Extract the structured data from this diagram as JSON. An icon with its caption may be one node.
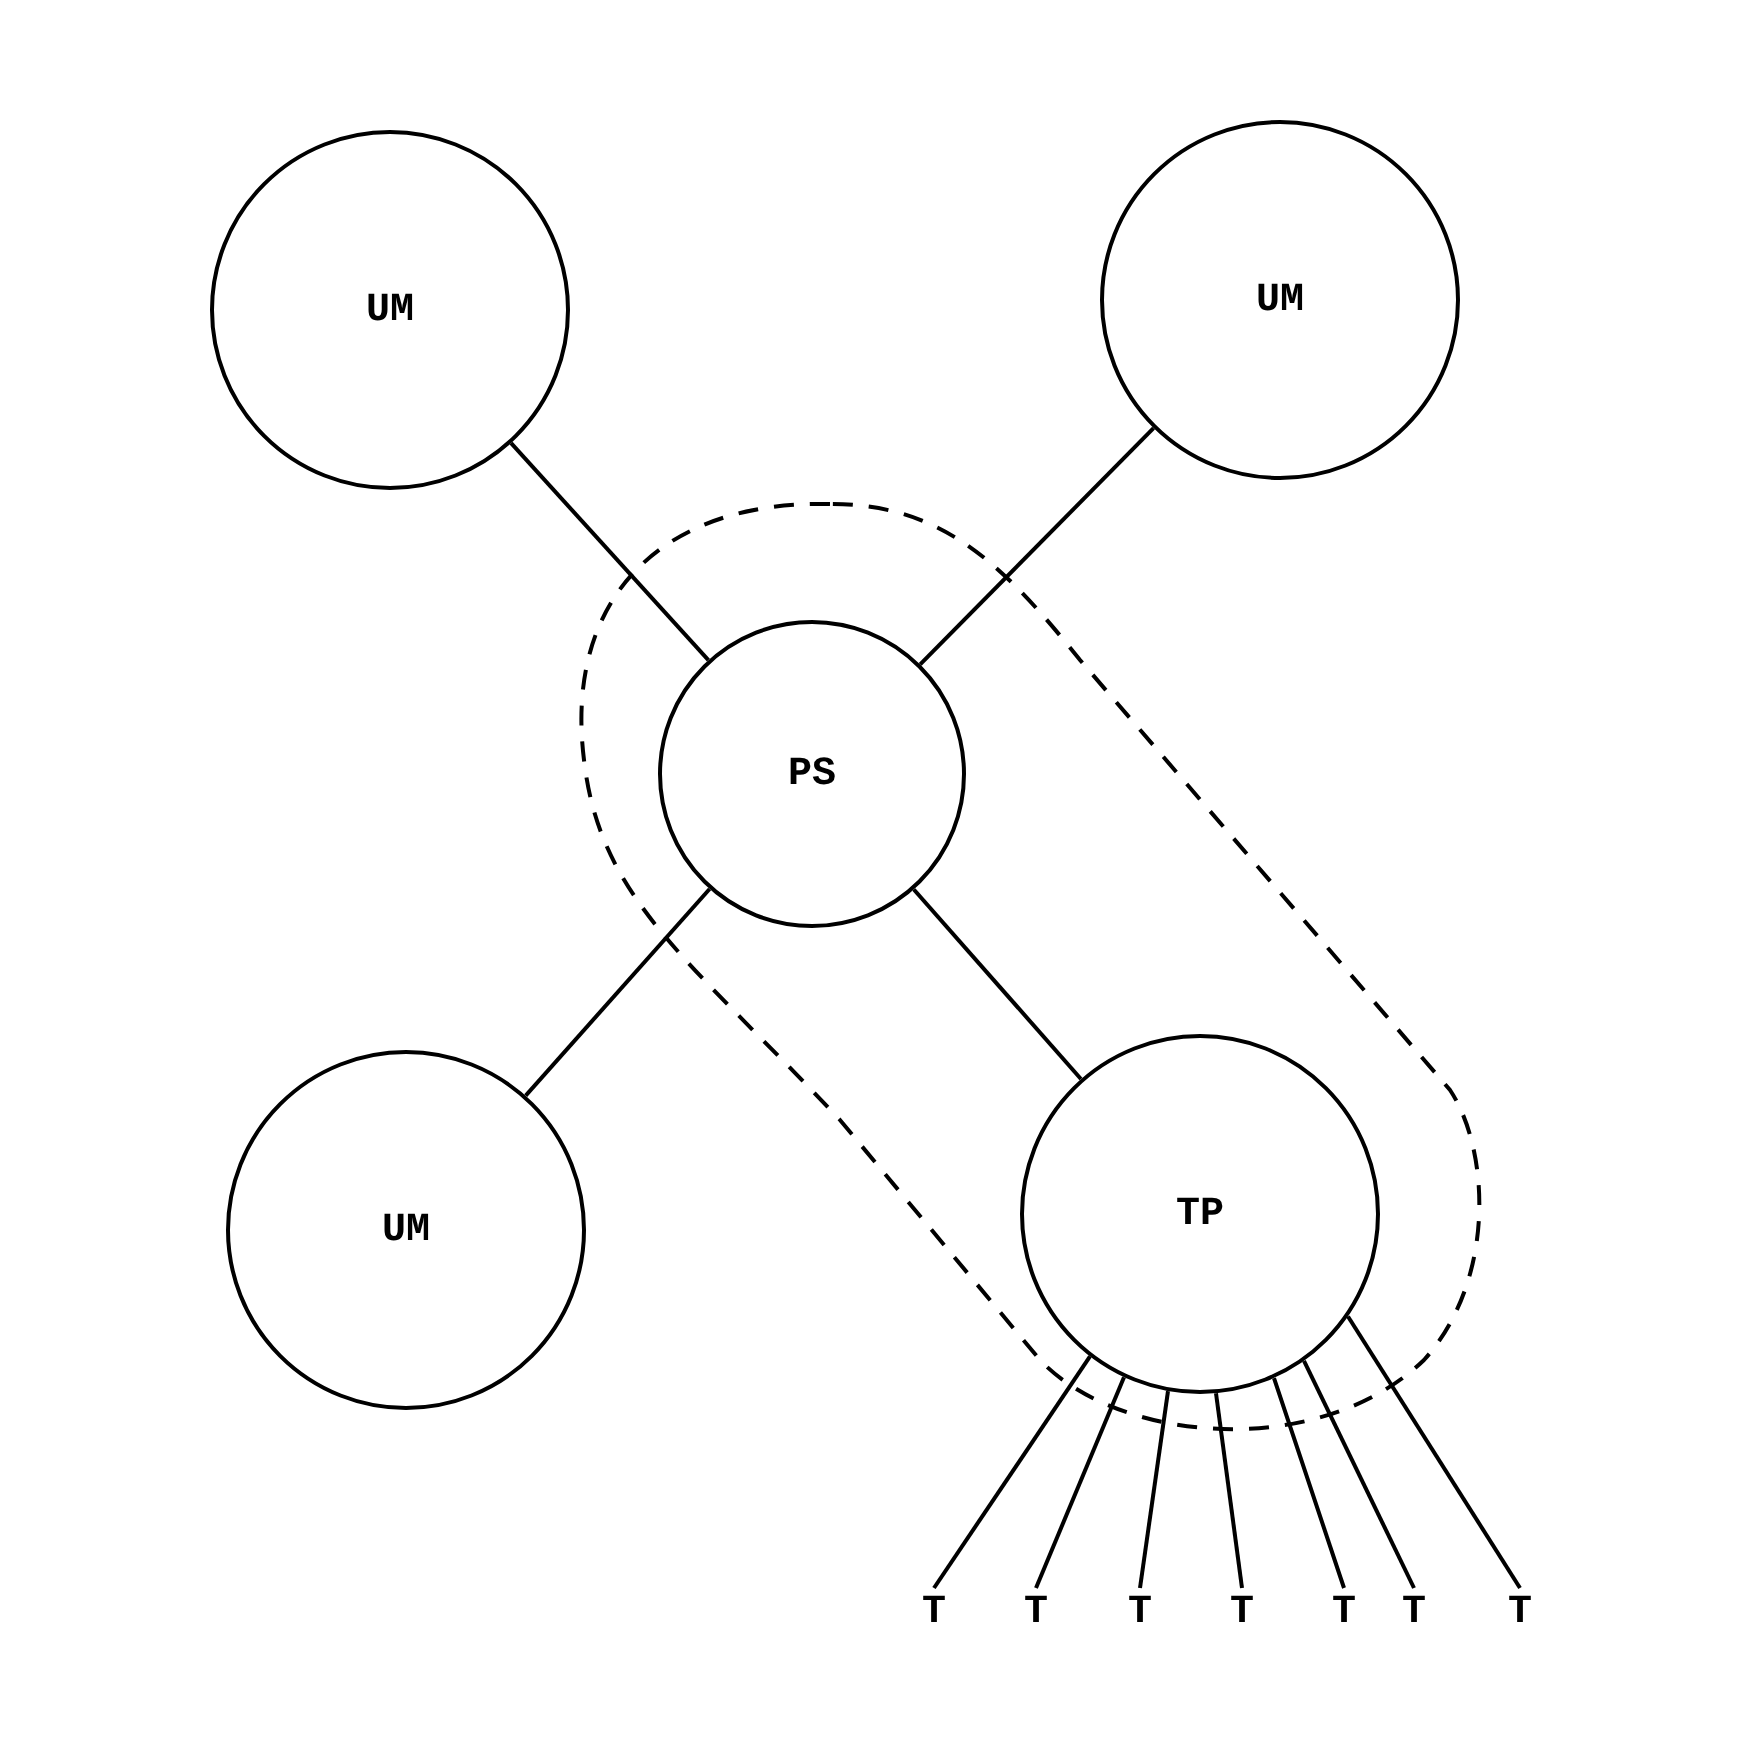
{
  "diagram": {
    "nodes": [
      {
        "text": [
          "UM"
        ]
      },
      {
        "text": [
          "UM"
        ]
      },
      {
        "text": [
          "PS"
        ]
      },
      {
        "text": [
          "UM"
        ]
      },
      {
        "text": [
          "TP"
        ]
      },
      {
        "text": [
          "T"
        ]
      },
      {
        "text": [
          "T"
        ]
      },
      {
        "text": [
          "T"
        ]
      },
      {
        "text": [
          "T"
        ]
      },
      {
        "text": [
          "T"
        ]
      },
      {
        "text": [
          "T"
        ]
      },
      {
        "text": [
          "T"
        ]
      }
    ],
    "edges": [
      {
        "from": 0,
        "to": 2,
        "arrow": "none"
      },
      {
        "from": 1,
        "to": 2,
        "arrow": "none"
      },
      {
        "from": 2,
        "to": 3,
        "arrow": "none"
      },
      {
        "from": 2,
        "to": 4,
        "arrow": "none"
      },
      {
        "from": 4,
        "to": 5,
        "arrow": "none"
      },
      {
        "from": 4,
        "to": 6,
        "arrow": "none"
      },
      {
        "from": 4,
        "to": 7,
        "arrow": "none"
      },
      {
        "from": 4,
        "to": 8,
        "arrow": "none"
      },
      {
        "from": 4,
        "to": 9,
        "arrow": "none"
      },
      {
        "from": 4,
        "to": 10,
        "arrow": "none"
      },
      {
        "from": 4,
        "to": 11,
        "arrow": "none"
      }
    ]
  }
}
